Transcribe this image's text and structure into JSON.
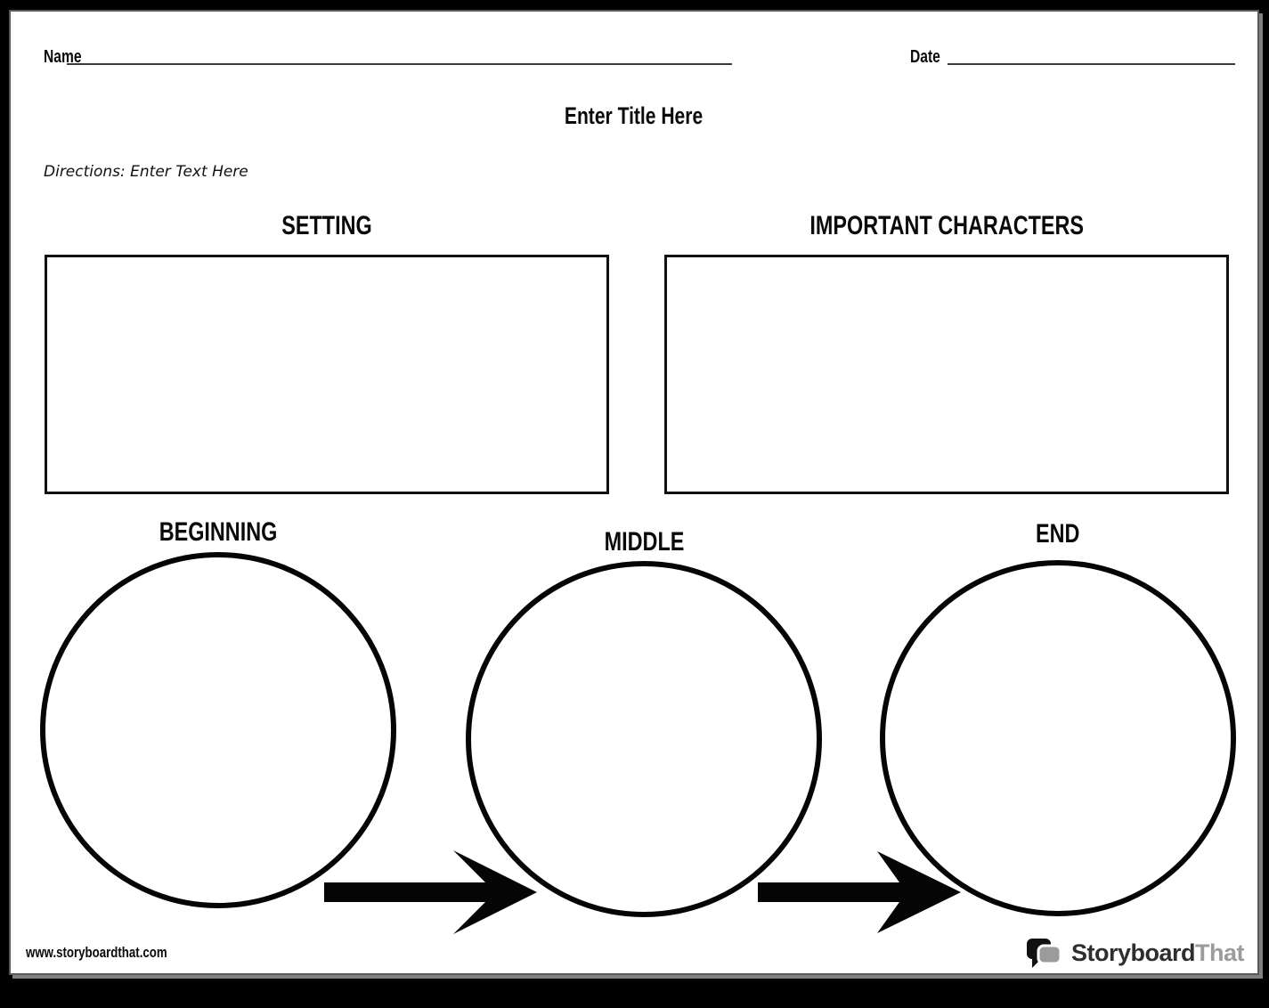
{
  "header": {
    "name_label": "Name",
    "date_label": "Date",
    "title_placeholder": "Enter Title Here",
    "directions_placeholder": "Directions: Enter Text Here"
  },
  "boxes": [
    {
      "id": "setting",
      "label": "SETTING"
    },
    {
      "id": "important-characters",
      "label": "IMPORTANT CHARACTERS"
    }
  ],
  "flow": [
    {
      "id": "beginning",
      "label": "BEGINNING"
    },
    {
      "id": "middle",
      "label": "MIDDLE"
    },
    {
      "id": "end",
      "label": "END"
    }
  ],
  "footer": {
    "website": "www.storyboardthat.com",
    "logo_text_primary": "Storyboard",
    "logo_text_secondary": "That"
  },
  "colors": {
    "canvas_background": "#000000",
    "page_background": "#ffffff",
    "ink": "#0a0a0a",
    "rule_line": "#3a3a3a",
    "page_border": "#58585a",
    "logo_primary_text": "#2e2e2e",
    "logo_secondary_text": "#9b9b9b",
    "logo_bubble_dark": "#111111",
    "logo_bubble_gray": "#9b9b9b"
  }
}
